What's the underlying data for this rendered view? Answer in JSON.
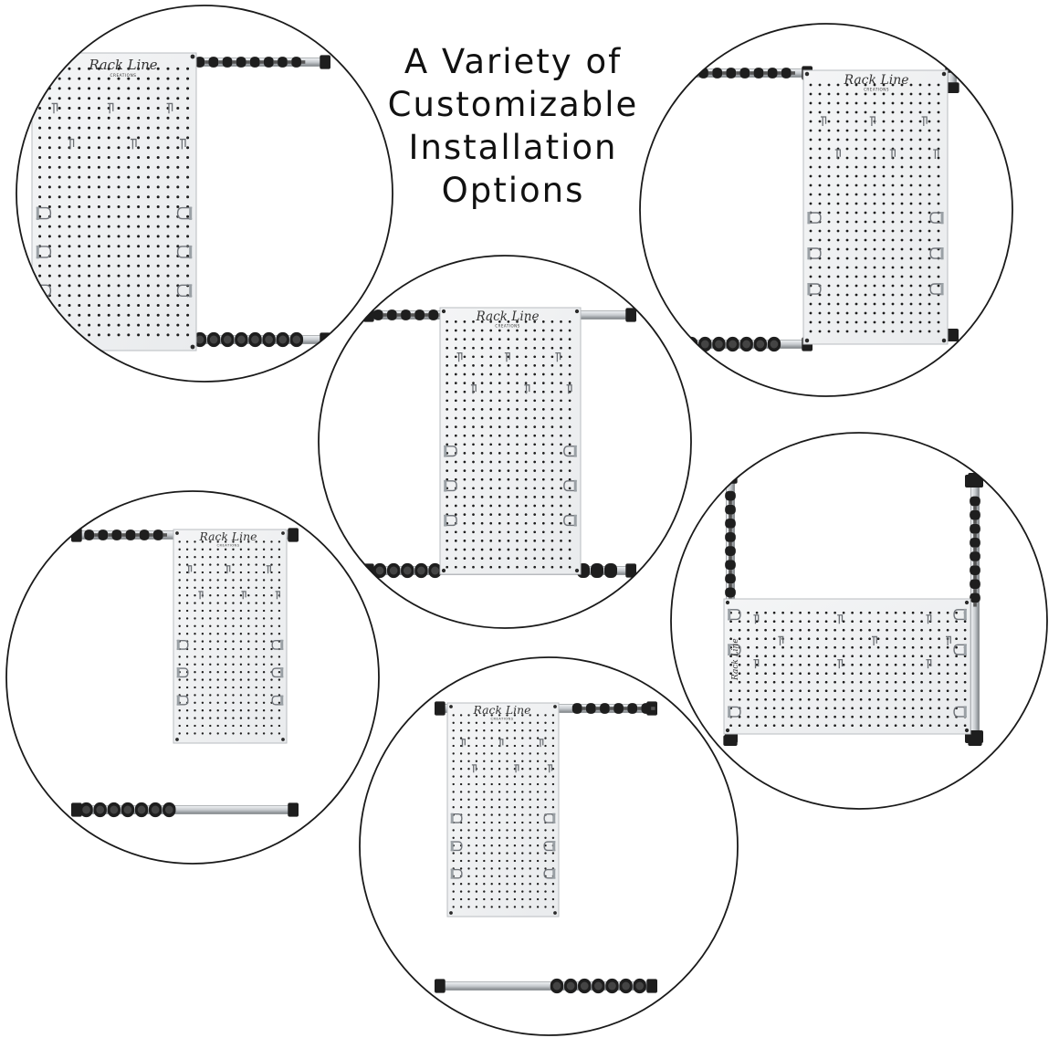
{
  "heading": {
    "lines": [
      "A Variety of",
      "Customizable",
      "Installation",
      "Options"
    ]
  },
  "brand": {
    "signature": "Rack Line",
    "tagline": "CREATIONS"
  },
  "colors": {
    "panel": "#e9ebed",
    "panel_edge": "#b9bcc0",
    "hole": "#1c1c1c",
    "rail_chrome": "#c8ccd0",
    "rail_dark": "#1e1e1e",
    "circle_stroke": "#1a1a1a"
  },
  "icons": [
    "pegboard-panel",
    "tool-rail",
    "peg-hook",
    "wire-holder"
  ],
  "options_count": 6
}
